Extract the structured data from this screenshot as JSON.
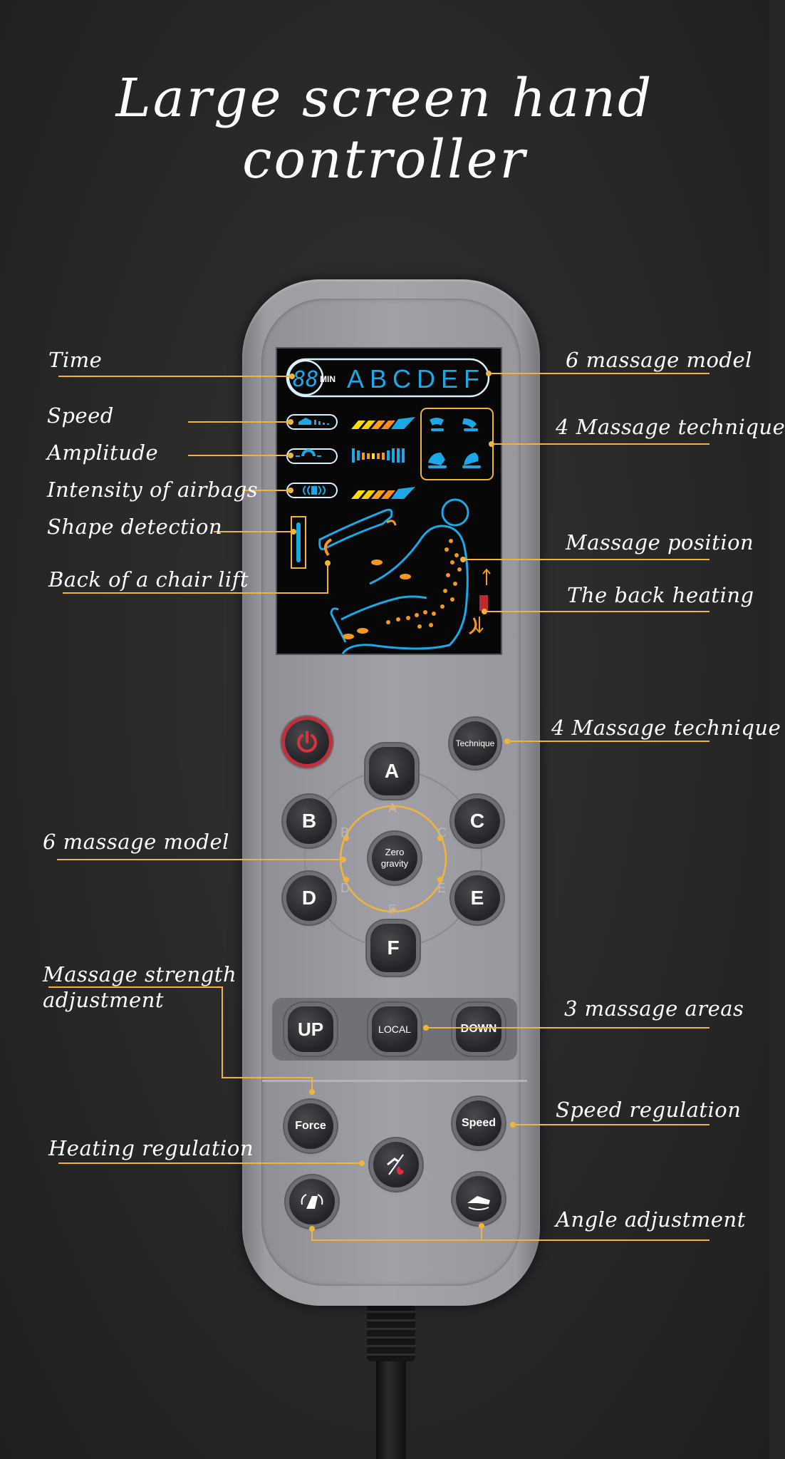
{
  "title": "Large screen hand controller",
  "colors": {
    "accent_line": "#f0b43a",
    "screen_blue": "#1aa9e6",
    "screen_orange": "#f39a1e",
    "power_red": "#e0303a"
  },
  "labels": {
    "time": "Time",
    "six_model_top": "6 massage model",
    "speed": "Speed",
    "four_technique_top": "4 Massage technique",
    "amplitude": "Amplitude",
    "intensity_airbags": "Intensity of airbags",
    "shape_detection": "Shape detection",
    "massage_position": "Massage position",
    "back_chair_lift": "Back of a chair lift",
    "back_heating": "The back heating",
    "four_technique_bottom": "4 Massage technique",
    "six_model_bottom": "6 massage model",
    "strength_line1": "Massage strength",
    "strength_line2": "adjustment",
    "three_areas": "3 massage areas",
    "speed_regulation": "Speed regulation",
    "heating_regulation": "Heating regulation",
    "angle_adjustment": "Angle adjustment"
  },
  "screen": {
    "timer": "88",
    "timer_unit": "MIN",
    "modes": "ABCDEF"
  },
  "buttons": {
    "technique": "Technique",
    "a": "A",
    "b": "B",
    "c": "C",
    "d": "D",
    "e": "E",
    "f": "F",
    "zero_line1": "Zero",
    "zero_line2": "gravity",
    "up": "UP",
    "local": "LOCAL",
    "down": "DOWN",
    "force": "Force",
    "speed": "Speed"
  },
  "ring_letters": {
    "a": "A",
    "b": "B",
    "c": "C",
    "d": "D",
    "e": "E",
    "f": "F"
  },
  "icons": {
    "power": "power-icon",
    "heat": "foot-heat-icon",
    "recline_back": "recline-back-icon",
    "recline_legs": "recline-legs-icon"
  }
}
